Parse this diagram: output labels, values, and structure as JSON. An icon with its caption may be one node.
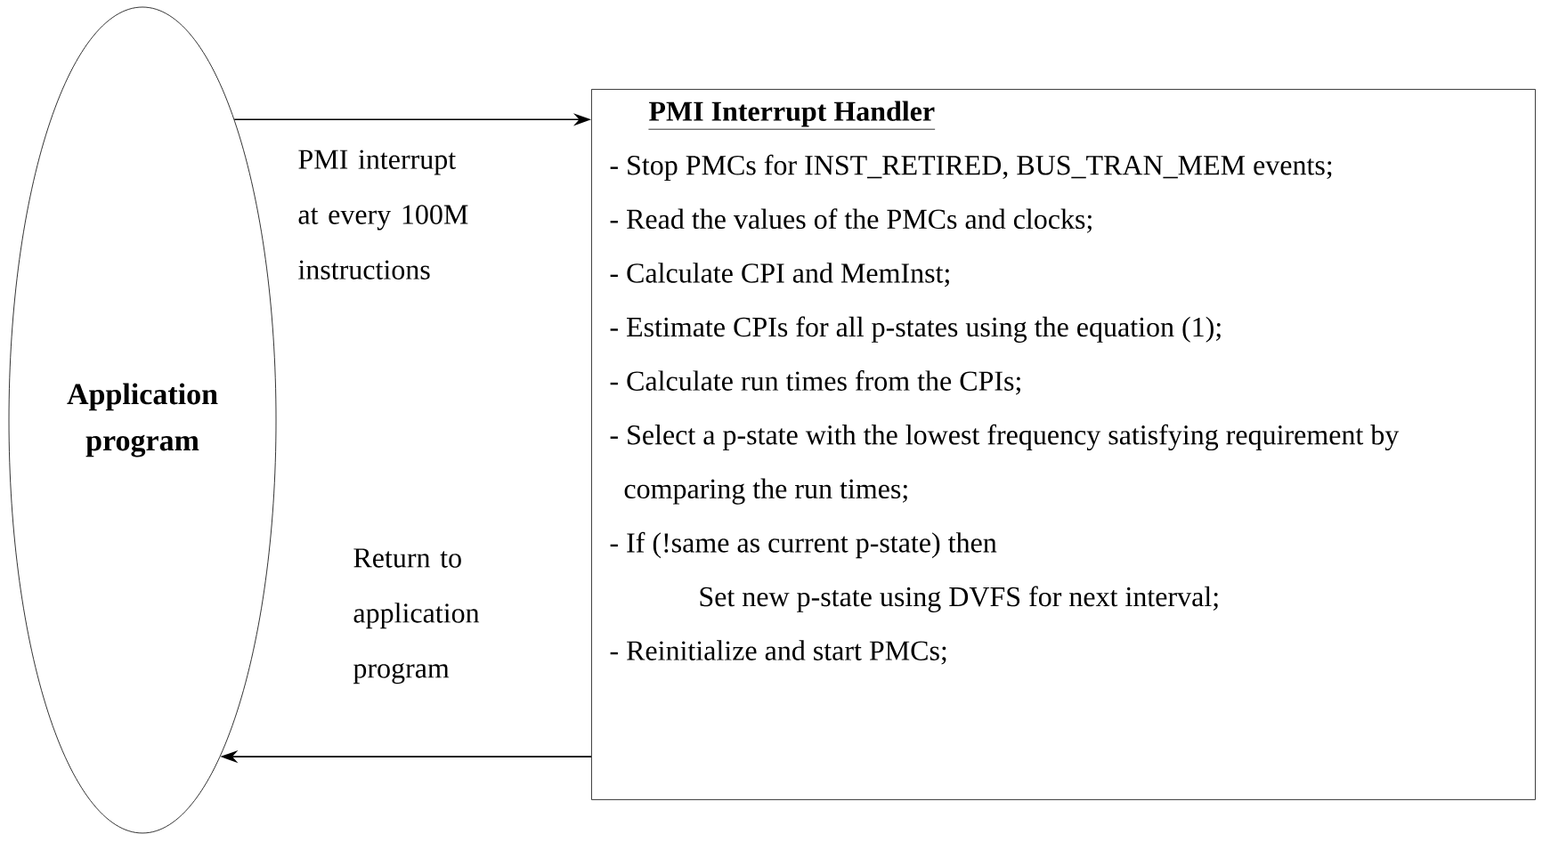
{
  "diagram": {
    "nodes": [
      {
        "text": [
          "Application program"
        ]
      },
      {
        "text": [
          "PMI Interrupt Handler",
          "- Stop PMCs for INST_RETIRED, BUS_TRAN_MEM events;",
          "- Read the values of the PMCs and clocks;",
          "- Calculate CPI and MemInst;",
          "- Estimate CPIs for all p-states using the equation (1);",
          "- Calculate run times from the CPIs;",
          "- Select a p-state with the lowest frequency satisfying requirement by comparing the run times;",
          "- If (!same as current p-state) then",
          "Set new p-state using DVFS for next interval;",
          "- Reinitialize and start PMCs;"
        ]
      }
    ],
    "edges": [
      {
        "from": 0,
        "to": 1,
        "arrow": "to",
        "label": "PMI interrupt at every 100M instructions"
      },
      {
        "from": 1,
        "to": 0,
        "arrow": "to",
        "label": "Return to application program"
      }
    ]
  }
}
